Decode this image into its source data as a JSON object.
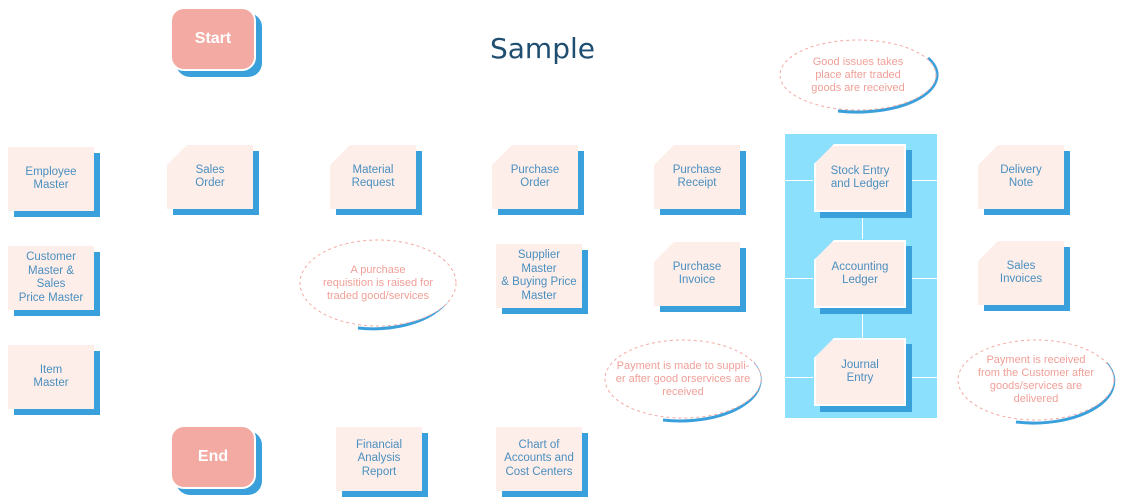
{
  "title": "Sample",
  "terminals": {
    "start": "Start",
    "end": "End"
  },
  "masters": {
    "employee": "Employee\nMaster",
    "customer": "Customer\nMaster &\nSales\nPrice Master",
    "item": "Item\nMaster"
  },
  "process": {
    "sales_order": "Sales\nOrder",
    "material_request": "Material\nRequest",
    "purchase_order": "Purchase\nOrder",
    "supplier_master": "Supplier\nMaster\n& Buying Price\nMaster",
    "purchase_receipt": "Purchase\nReceipt",
    "purchase_invoice": "Purchase\nInvoice",
    "stock_entry": "Stock Entry\nand Ledger",
    "accounting_ledger": "Accounting\nLedger",
    "journal_entry": "Journal\nEntry",
    "delivery_note": "Delivery\nNote",
    "sales_invoices": "Sales\nInvoices",
    "financial_report": "Financial\nAnalysis\nReport",
    "chart_of_accounts": "Chart of\nAccounts and\nCost Centers"
  },
  "notes": {
    "good_issues": "Good issues takes\nplace after traded\ngoods are received",
    "purchase_requisition": "A purchase\nrequisition is raised for\ntraded good/services",
    "payment_made": "Payment is made to suppli-\ner after  good orservices are\nreceived",
    "payment_received": "Payment is received\nfrom the Customer after\ngoods/services are\ndelivered"
  },
  "colors": {
    "terminal": "#f3aaa3",
    "box_fill": "#fdeeea",
    "shadow": "#3aa0dc",
    "panel": "#8be0fd",
    "box_text": "#4a8fbf",
    "note_text": "#f0a099",
    "title": "#1f4e70"
  }
}
